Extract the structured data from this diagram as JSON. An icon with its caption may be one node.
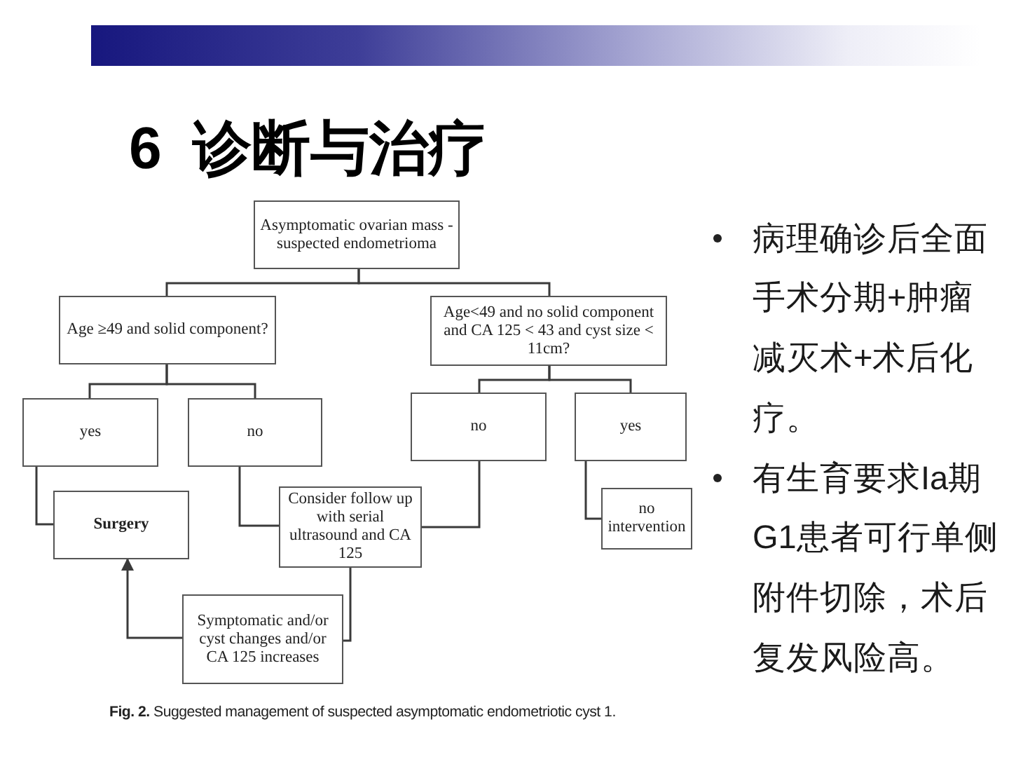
{
  "diagram": {
    "title": "6 诊断与治疗",
    "caption": "**Fig. 2.** Suggested management of suspected asymptomatic endometriotic cyst 1.",
    "nodes": [
      {
        "text": [
          "Asymptomatic ovarian mass - suspected endometrioma"
        ]
      },
      {
        "text": [
          "Age ≥49 and solid component?"
        ]
      },
      {
        "text": [
          "Age<49 and no solid component and CA 125 < 43 and cyst size < 11cm?"
        ]
      },
      {
        "text": [
          "yes"
        ]
      },
      {
        "text": [
          "no"
        ]
      },
      {
        "text": [
          "no"
        ]
      },
      {
        "text": [
          "yes"
        ]
      },
      {
        "text": [
          "Surgery"
        ]
      },
      {
        "text": [
          "Consider follow up with serial ultrasound and CA 125"
        ]
      },
      {
        "text": [
          "no intervention"
        ]
      },
      {
        "text": [
          "Symptomatic and/or cyst changes and/or CA 125 increases"
        ]
      }
    ],
    "edges": [
      {
        "from": 0,
        "to": 1,
        "arrow": "none"
      },
      {
        "from": 0,
        "to": 2,
        "arrow": "none"
      },
      {
        "from": 1,
        "to": 3,
        "arrow": "none"
      },
      {
        "from": 1,
        "to": 4,
        "arrow": "none"
      },
      {
        "from": 2,
        "to": 5,
        "arrow": "none"
      },
      {
        "from": 2,
        "to": 6,
        "arrow": "none"
      },
      {
        "from": 3,
        "to": 7,
        "arrow": "none"
      },
      {
        "from": 4,
        "to": 8,
        "arrow": "none"
      },
      {
        "from": 5,
        "to": 8,
        "arrow": "none"
      },
      {
        "from": 6,
        "to": 9,
        "arrow": "none"
      },
      {
        "from": 8,
        "to": 10,
        "arrow": "none"
      },
      {
        "from": 10,
        "to": 7,
        "arrow": "to"
      }
    ],
    "labels": [
      "病理确诊后全面手术分期+肿瘤减灭术+术后化疗。",
      "有生育要求Ia期G1患者可行单侧附件切除，术后复发风险高。"
    ]
  }
}
